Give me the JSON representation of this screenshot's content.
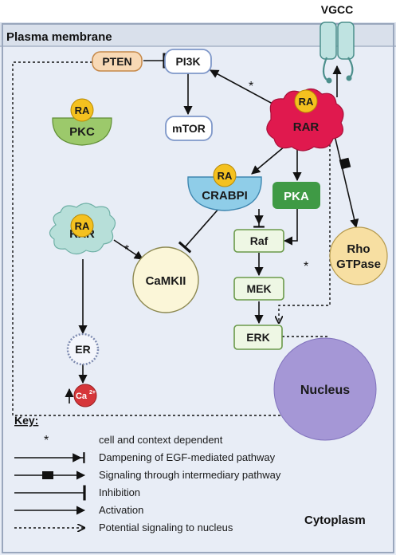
{
  "membrane": {
    "label": "Plasma membrane"
  },
  "channel": {
    "label": "VGCC"
  },
  "nodes": {
    "pten": "PTEN",
    "pi3k": "PI3K",
    "mtor": "mTOR",
    "pkc": "PKC",
    "rar": "RAR",
    "crabp": "CRABPI",
    "pka": "PKA",
    "rxr": "RXR",
    "camkii": "CaMKII",
    "raf": "Raf",
    "mek": "MEK",
    "erk": "ERK",
    "rho_line1": "Rho",
    "rho_line2": "GTPase",
    "er": "ER",
    "nucleus": "Nucleus",
    "ca": "Ca",
    "ca_sup": "2+",
    "ra": "RA"
  },
  "marks": {
    "star": "*"
  },
  "cytoplasm": "Cytoplasm",
  "key": {
    "title": "Key:",
    "items": [
      {
        "symbol": "star",
        "text": "cell and context dependent"
      },
      {
        "symbol": "dampen",
        "text": "Dampening of EGF-mediated pathway"
      },
      {
        "symbol": "intermediary",
        "text": "Signaling through intermediary pathway"
      },
      {
        "symbol": "inhibition",
        "text": "Inhibition"
      },
      {
        "symbol": "activation",
        "text": "Activation"
      },
      {
        "symbol": "dashed",
        "text": "Potential signaling to nucleus"
      }
    ]
  },
  "colors": {
    "cell_fill": "#e8edf6",
    "membrane": "#a7b4c7",
    "ra_yellow": "#f4c11f",
    "rar_red": "#e0194e",
    "pkc_green": "#9cc96b",
    "pka_green": "#3f9a45",
    "crabp_blue": "#8fcde8",
    "rxr_teal": "#b7dfd9",
    "camkii_fill": "#fbf6d8",
    "rho_fill": "#f7dfa2",
    "nucleus_fill": "#a597d6",
    "ca_red": "#d6363a",
    "pten_fill": "#f8d9b5",
    "vgcc_teal": "#bfe3e1"
  }
}
